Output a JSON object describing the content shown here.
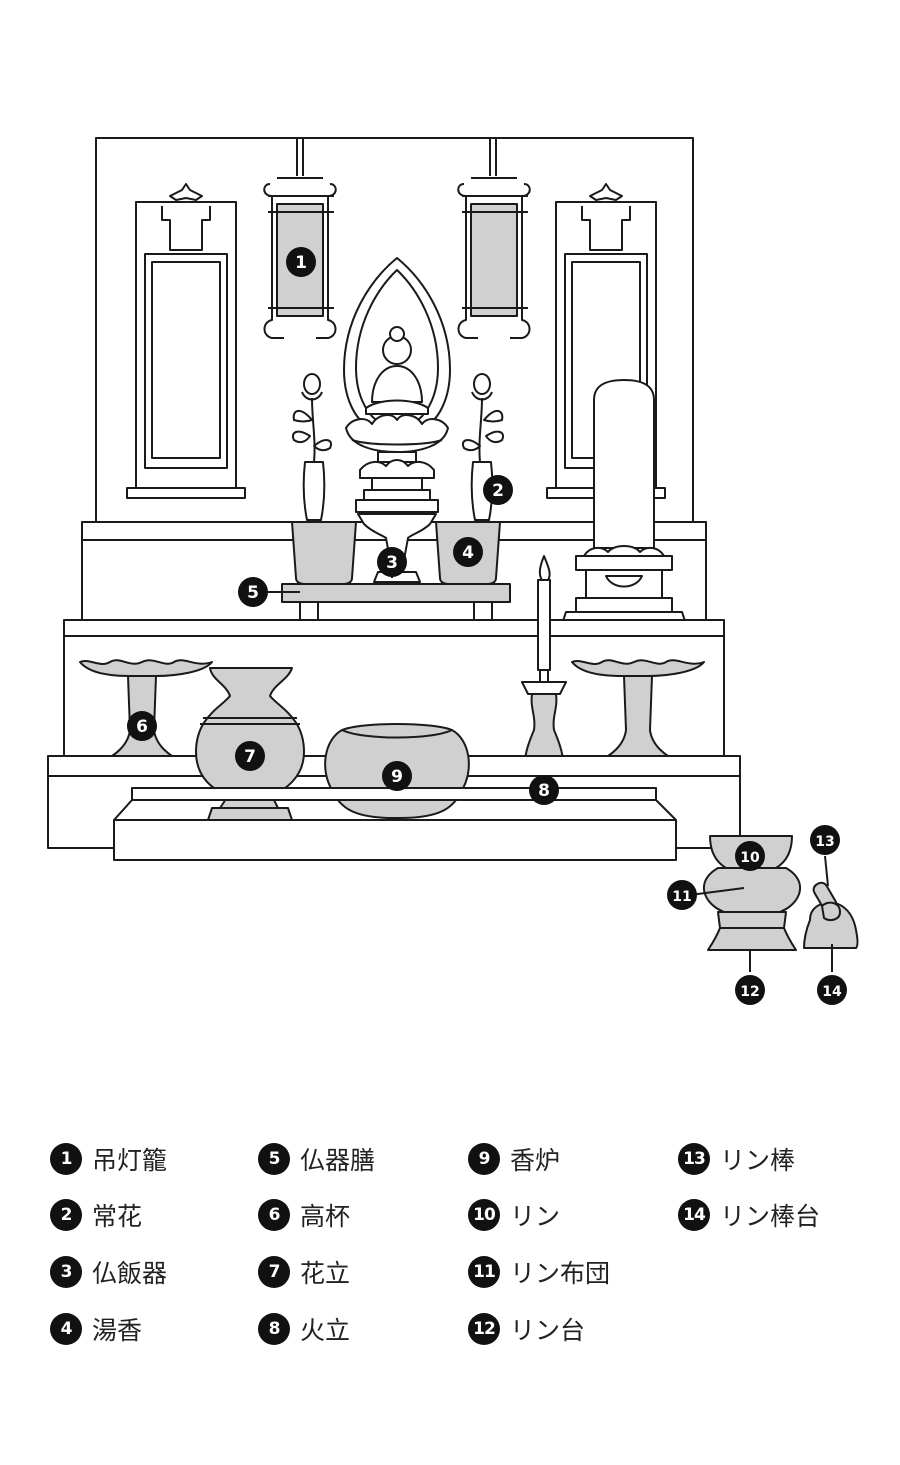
{
  "legend": [
    {
      "num": "1",
      "label": "吊灯籠"
    },
    {
      "num": "2",
      "label": "常花"
    },
    {
      "num": "3",
      "label": "仏飯器"
    },
    {
      "num": "4",
      "label": "湯香"
    },
    {
      "num": "5",
      "label": "仏器膳"
    },
    {
      "num": "6",
      "label": "高杯"
    },
    {
      "num": "7",
      "label": "花立"
    },
    {
      "num": "8",
      "label": "火立"
    },
    {
      "num": "9",
      "label": "香炉"
    },
    {
      "num": "10",
      "label": "リン"
    },
    {
      "num": "11",
      "label": "リン布団"
    },
    {
      "num": "12",
      "label": "リン台"
    },
    {
      "num": "13",
      "label": "リン棒"
    },
    {
      "num": "14",
      "label": "リン棒台"
    }
  ],
  "colors": {
    "fill": "#d0d0d0",
    "stroke": "#1a1a1a",
    "badge": "#111111"
  }
}
